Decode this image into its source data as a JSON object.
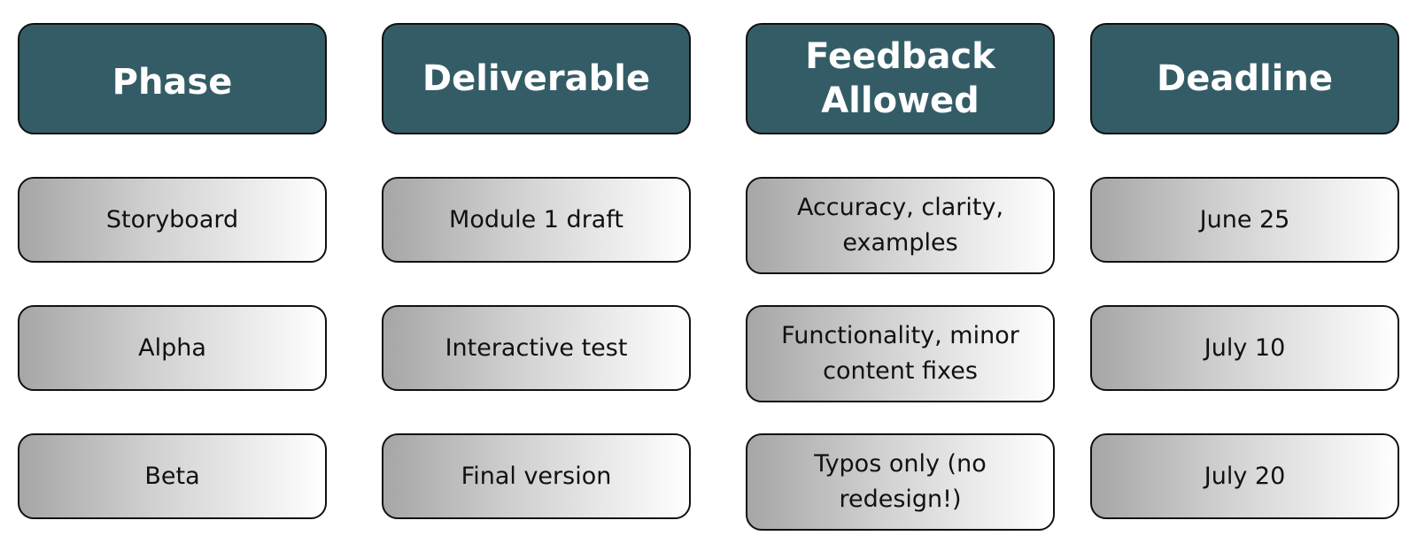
{
  "headers": {
    "phase": "Phase",
    "deliverable": "Deliverable",
    "feedback": "Feedback Allowed",
    "deadline": "Deadline"
  },
  "rows": [
    {
      "phase": "Storyboard",
      "deliverable": "Module 1 draft",
      "feedback": "Accuracy, clarity, examples",
      "deadline": "June 25"
    },
    {
      "phase": "Alpha",
      "deliverable": "Interactive test",
      "feedback": "Functionality, minor content fixes",
      "deadline": "July 10"
    },
    {
      "phase": "Beta",
      "deliverable": "Final version",
      "feedback": "Typos only (no redesign!)",
      "deadline": "July 20"
    }
  ],
  "colors": {
    "header_bg": "#345c66",
    "header_text": "#ffffff",
    "cell_gradient_dark": "#a6a6a6",
    "cell_gradient_light": "#ffffff",
    "border": "#111111"
  }
}
